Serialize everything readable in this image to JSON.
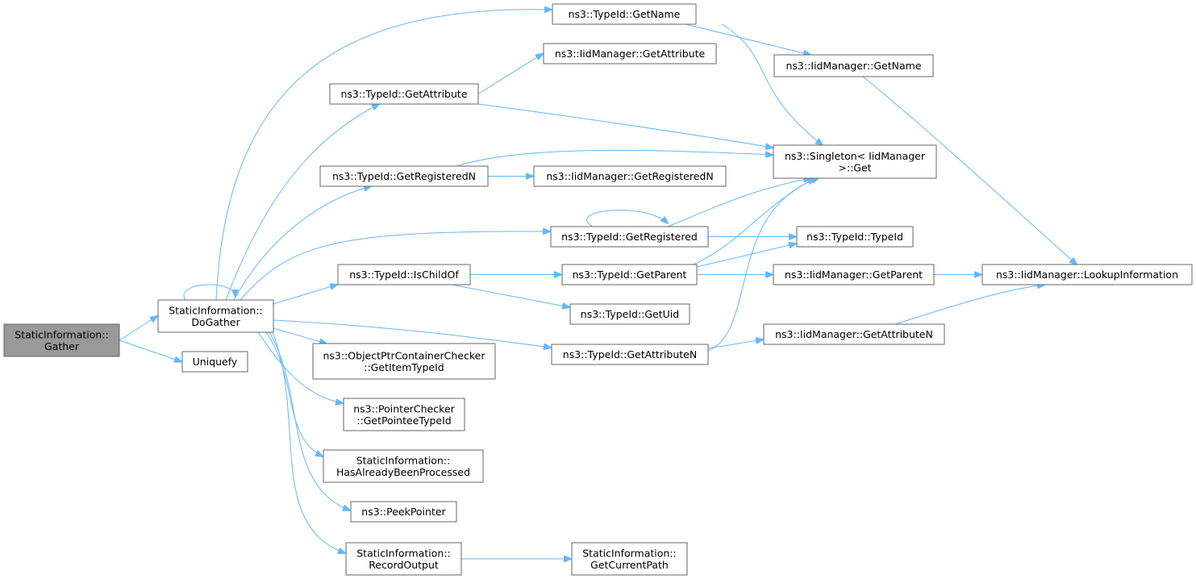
{
  "diagram": {
    "kind": "doxygen-call-graph",
    "edge_color": "#63b8ff",
    "node_border_color": "#666666",
    "root_fill_color": "#999999",
    "nodes": [
      {
        "id": "gather",
        "lines": [
          "StaticInformation::",
          "Gather"
        ],
        "root": true
      },
      {
        "id": "dogather",
        "lines": [
          "StaticInformation::",
          "DoGather"
        ]
      },
      {
        "id": "uniquefy",
        "lines": [
          "Uniquefy"
        ]
      },
      {
        "id": "tid_getname",
        "lines": [
          "ns3::TypeId::GetName"
        ]
      },
      {
        "id": "iid_getattribute",
        "lines": [
          "ns3::IidManager::GetAttribute"
        ]
      },
      {
        "id": "tid_getattribute",
        "lines": [
          "ns3::TypeId::GetAttribute"
        ]
      },
      {
        "id": "tid_getregisteredn",
        "lines": [
          "ns3::TypeId::GetRegisteredN"
        ]
      },
      {
        "id": "iid_getregisteredn",
        "lines": [
          "ns3::IidManager::GetRegisteredN"
        ]
      },
      {
        "id": "tid_getregistered",
        "lines": [
          "ns3::TypeId::GetRegistered"
        ]
      },
      {
        "id": "tid_ischildof",
        "lines": [
          "ns3::TypeId::IsChildOf"
        ]
      },
      {
        "id": "tid_getparent",
        "lines": [
          "ns3::TypeId::GetParent"
        ]
      },
      {
        "id": "tid_getuid",
        "lines": [
          "ns3::TypeId::GetUid"
        ]
      },
      {
        "id": "tid_getattributen",
        "lines": [
          "ns3::TypeId::GetAttributeN"
        ]
      },
      {
        "id": "opc_getitemtypeid",
        "lines": [
          "ns3::ObjectPtrContainerChecker",
          "::GetItemTypeId"
        ]
      },
      {
        "id": "pc_getpointeetypeid",
        "lines": [
          "ns3::PointerChecker",
          "::GetPointeeTypeId"
        ]
      },
      {
        "id": "si_hasalready",
        "lines": [
          "StaticInformation::",
          "HasAlreadyBeenProcessed"
        ]
      },
      {
        "id": "peekpointer",
        "lines": [
          "ns3::PeekPointer"
        ]
      },
      {
        "id": "si_recordoutput",
        "lines": [
          "StaticInformation::",
          "RecordOutput"
        ]
      },
      {
        "id": "si_getcurrentpath",
        "lines": [
          "StaticInformation::",
          "GetCurrentPath"
        ]
      },
      {
        "id": "iid_getname",
        "lines": [
          "ns3::IidManager::GetName"
        ]
      },
      {
        "id": "singleton_get",
        "lines": [
          "ns3::Singleton< IidManager",
          ">::Get"
        ]
      },
      {
        "id": "tid_typeid",
        "lines": [
          "ns3::TypeId::TypeId"
        ]
      },
      {
        "id": "iid_getparent",
        "lines": [
          "ns3::IidManager::GetParent"
        ]
      },
      {
        "id": "iid_getattributen",
        "lines": [
          "ns3::IidManager::GetAttributeN"
        ]
      },
      {
        "id": "iid_lookupinfo",
        "lines": [
          "ns3::IidManager::LookupInformation"
        ]
      }
    ],
    "edges": [
      [
        "gather",
        "dogather"
      ],
      [
        "gather",
        "uniquefy"
      ],
      [
        "dogather",
        "dogather"
      ],
      [
        "dogather",
        "tid_getname"
      ],
      [
        "dogather",
        "tid_getattribute"
      ],
      [
        "dogather",
        "tid_getregisteredn"
      ],
      [
        "dogather",
        "tid_getregistered"
      ],
      [
        "dogather",
        "tid_ischildof"
      ],
      [
        "dogather",
        "tid_getattributen"
      ],
      [
        "dogather",
        "opc_getitemtypeid"
      ],
      [
        "dogather",
        "pc_getpointeetypeid"
      ],
      [
        "dogather",
        "si_hasalready"
      ],
      [
        "dogather",
        "peekpointer"
      ],
      [
        "dogather",
        "si_recordoutput"
      ],
      [
        "tid_getname",
        "iid_getname"
      ],
      [
        "tid_getname",
        "singleton_get"
      ],
      [
        "tid_getattribute",
        "iid_getattribute"
      ],
      [
        "tid_getattribute",
        "singleton_get"
      ],
      [
        "tid_getregisteredn",
        "iid_getregisteredn"
      ],
      [
        "tid_getregisteredn",
        "singleton_get"
      ],
      [
        "tid_getregistered",
        "tid_getregistered"
      ],
      [
        "tid_getregistered",
        "singleton_get"
      ],
      [
        "tid_getregistered",
        "tid_typeid"
      ],
      [
        "tid_ischildof",
        "tid_getparent"
      ],
      [
        "tid_ischildof",
        "tid_getuid"
      ],
      [
        "tid_getparent",
        "singleton_get"
      ],
      [
        "tid_getparent",
        "tid_typeid"
      ],
      [
        "tid_getparent",
        "iid_getparent"
      ],
      [
        "tid_getattributen",
        "singleton_get"
      ],
      [
        "tid_getattributen",
        "iid_getattributen"
      ],
      [
        "si_recordoutput",
        "si_getcurrentpath"
      ],
      [
        "iid_getname",
        "iid_lookupinfo"
      ],
      [
        "iid_getparent",
        "iid_lookupinfo"
      ],
      [
        "iid_getattributen",
        "iid_lookupinfo"
      ]
    ]
  }
}
